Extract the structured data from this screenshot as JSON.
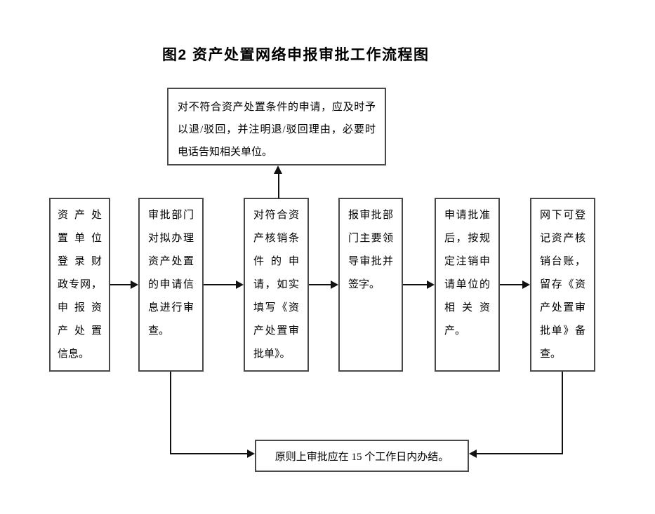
{
  "title": "图2  资产处置网络申报审批工作流程图",
  "diagram": {
    "note_box": {
      "text": "对不符合资产处置条件的申请，应及时予以退/驳回，并注明退/驳回理由，必要时电话告知相关单位。",
      "lines": [
        "对不符合资产处置条件的申请，应及时予",
        "以退/驳回，并注明退/驳回理由，必要时",
        "电话告知相关单位。"
      ]
    },
    "steps": [
      {
        "text": "资产处置单位登录财政专网，申报资产处置信息。",
        "lines": [
          "资产处",
          "置单位",
          "登录财",
          "政专网，",
          "申报资",
          "产处置",
          "信息。"
        ]
      },
      {
        "text": "审批部门对拟办理资产处置的申请信息进行审查。",
        "lines": [
          "审批部门",
          "对拟办理",
          "资产处置",
          "的申请信",
          "息进行审",
          "查。"
        ]
      },
      {
        "text": "对符合资产核销条件的申请，如实填写《资产处置审批单》。",
        "lines": [
          "对符合资",
          "产核销条",
          "件的申",
          "请，如实",
          "填写《资",
          "产处置审",
          "批单》。"
        ]
      },
      {
        "text": "报审批部门主要领导审批并签字。",
        "lines": [
          "报审批部",
          "门主要领",
          "导审批并",
          "签字。"
        ]
      },
      {
        "text": "申请批准后，按规定注销申请单位的相关资产。",
        "lines": [
          "申请批准",
          "后，按规",
          "定注销申",
          "请单位的",
          "相关资",
          "产。"
        ]
      },
      {
        "text": "网下可登记资产核销台账，留存《资产处置审批单》备查。",
        "lines": [
          "网下可登",
          "记资产核",
          "销台账，",
          "留存《资",
          "产处置审",
          "批单》备",
          "查。"
        ]
      }
    ],
    "deadline_box": {
      "text": "原则上审批应在 15 个工作日内办结。"
    }
  }
}
